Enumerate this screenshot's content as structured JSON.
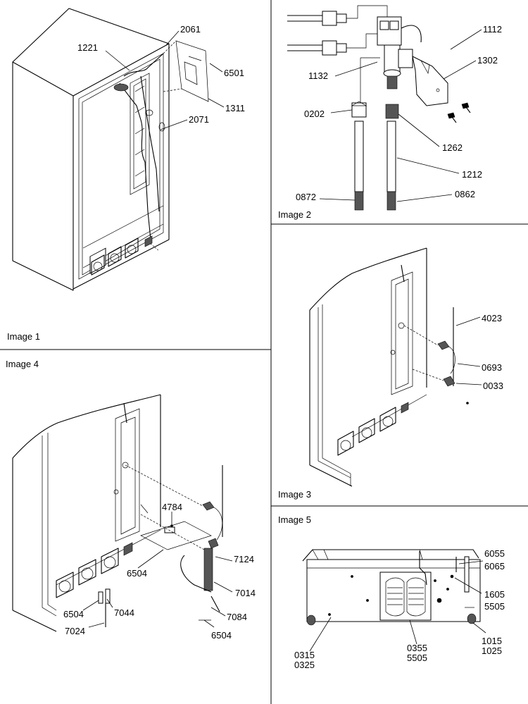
{
  "images": [
    {
      "caption": "Image 1",
      "callouts": [
        "1221",
        "2061",
        "6501",
        "1311",
        "2071"
      ]
    },
    {
      "caption": "Image 2",
      "callouts": [
        "1112",
        "1302",
        "1132",
        "0202",
        "1262",
        "1212",
        "0872",
        "0862"
      ]
    },
    {
      "caption": "Image 3",
      "callouts": [
        "4023",
        "0693",
        "0033"
      ]
    },
    {
      "caption": "Image 4",
      "callouts": [
        "4784",
        "7124",
        "6504",
        "7014",
        "6504",
        "7044",
        "7084",
        "7024",
        "6504"
      ]
    },
    {
      "caption": "Image 5",
      "callouts": [
        "6055",
        "6065",
        "1605",
        "5505",
        "0315",
        "0325",
        "0355",
        "5505",
        "1015",
        "1025"
      ]
    }
  ]
}
